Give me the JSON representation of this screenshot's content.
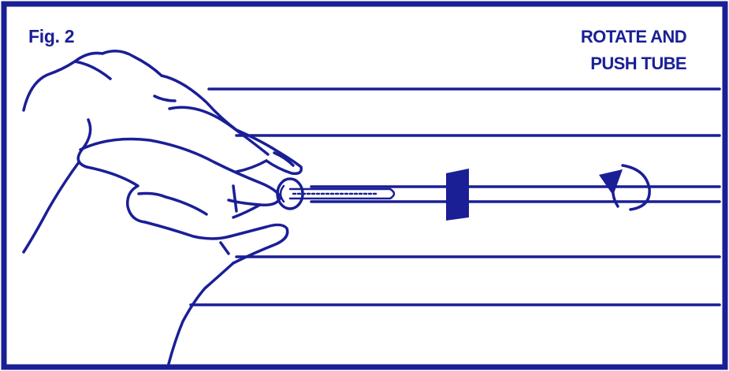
{
  "figure": {
    "label": "Fig. 2",
    "caption_line_1": "ROTATE AND",
    "caption_line_2": "PUSH TUBE"
  },
  "colors": {
    "ink": "#1a1f96",
    "background": "#ffffff"
  },
  "icons": {
    "rotation": "curved-rotation-arrow-icon",
    "hand": "hand-illustration"
  }
}
